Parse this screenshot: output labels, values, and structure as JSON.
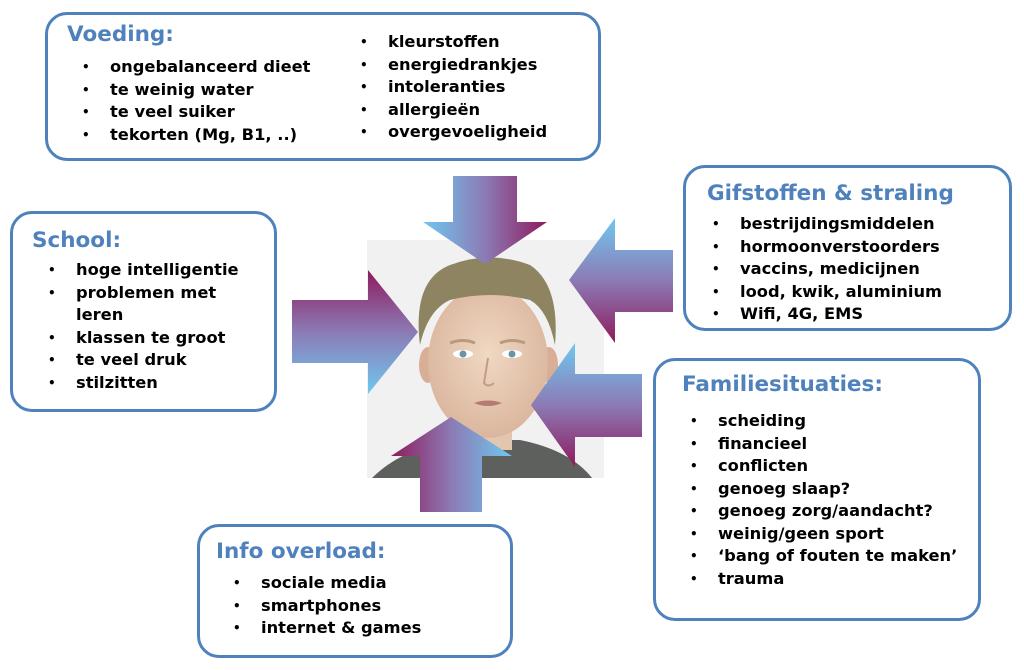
{
  "colors": {
    "box_border": "#4f81bd",
    "title": "#4f81bd",
    "arrow_light": "#6fc8f0",
    "arrow_dark": "#8e1a5e"
  },
  "center_image": {
    "subject": "boy-portrait"
  },
  "voeding": {
    "title": "Voeding:",
    "items_left": [
      "ongebalanceerd dieet",
      "te weinig water",
      "te veel suiker",
      "tekorten (Mg, B1, ..)"
    ],
    "items_right": [
      "kleurstoffen",
      "energiedrankjes",
      "intoleranties",
      "allergieën",
      "overgevoeligheid"
    ]
  },
  "gifstoffen": {
    "title": "Gifstoffen & straling",
    "items": [
      "bestrijdingsmiddelen",
      "hormoonverstoorders",
      "vaccins, medicijnen",
      "lood, kwik, aluminium",
      "Wifi, 4G, EMS"
    ]
  },
  "school": {
    "title": "School:",
    "items": [
      "hoge intelligentie",
      "problemen met leren",
      "klassen te groot",
      "te veel druk",
      "stilzitten"
    ]
  },
  "familie": {
    "title": "Familiesituaties:",
    "items": [
      "scheiding",
      "financieel",
      "conflicten",
      "genoeg slaap?",
      "genoeg zorg/aandacht?",
      "weinig/geen sport",
      "‘bang of fouten te maken’",
      "trauma"
    ]
  },
  "info": {
    "title": "Info overload:",
    "items": [
      "sociale media",
      "smartphones",
      "internet & games"
    ]
  }
}
